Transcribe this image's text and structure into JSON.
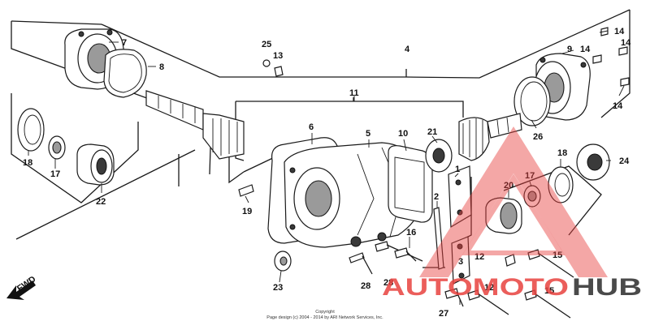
{
  "diagram": {
    "callouts": [
      {
        "id": "c1",
        "text": "1"
      },
      {
        "id": "c2",
        "text": "2"
      },
      {
        "id": "c3",
        "text": "3"
      },
      {
        "id": "c4",
        "text": "4"
      },
      {
        "id": "c5",
        "text": "5"
      },
      {
        "id": "c6",
        "text": "6"
      },
      {
        "id": "c7",
        "text": "7"
      },
      {
        "id": "c8",
        "text": "8"
      },
      {
        "id": "c9",
        "text": "9"
      },
      {
        "id": "c10",
        "text": "10"
      },
      {
        "id": "c11",
        "text": "11"
      },
      {
        "id": "c12a",
        "text": "12"
      },
      {
        "id": "c12b",
        "text": "12"
      },
      {
        "id": "c13",
        "text": "13"
      },
      {
        "id": "c14a",
        "text": "14"
      },
      {
        "id": "c14b",
        "text": "14"
      },
      {
        "id": "c14c",
        "text": "14"
      },
      {
        "id": "c14d",
        "text": "14"
      },
      {
        "id": "c15a",
        "text": "15"
      },
      {
        "id": "c15b",
        "text": "15"
      },
      {
        "id": "c16",
        "text": "16"
      },
      {
        "id": "c17a",
        "text": "17"
      },
      {
        "id": "c17b",
        "text": "17"
      },
      {
        "id": "c18a",
        "text": "18"
      },
      {
        "id": "c18b",
        "text": "18"
      },
      {
        "id": "c19",
        "text": "19"
      },
      {
        "id": "c20",
        "text": "20"
      },
      {
        "id": "c21",
        "text": "21"
      },
      {
        "id": "c22",
        "text": "22"
      },
      {
        "id": "c23",
        "text": "23"
      },
      {
        "id": "c24",
        "text": "24"
      },
      {
        "id": "c25",
        "text": "25"
      },
      {
        "id": "c26",
        "text": "26"
      },
      {
        "id": "c27",
        "text": "27"
      },
      {
        "id": "c28a",
        "text": "28"
      },
      {
        "id": "c28b",
        "text": "28"
      }
    ],
    "fwd_label": "FWD",
    "copyright_line1": "Copyright",
    "copyright_line2": "Page design (c) 2004 - 2014 by ARI Network Services, Inc."
  },
  "watermark": {
    "brand_part1": "AUTOMOTO",
    "brand_part2": "HUB",
    "color_red": "#e8423f",
    "color_dark": "#2b2b2b"
  }
}
